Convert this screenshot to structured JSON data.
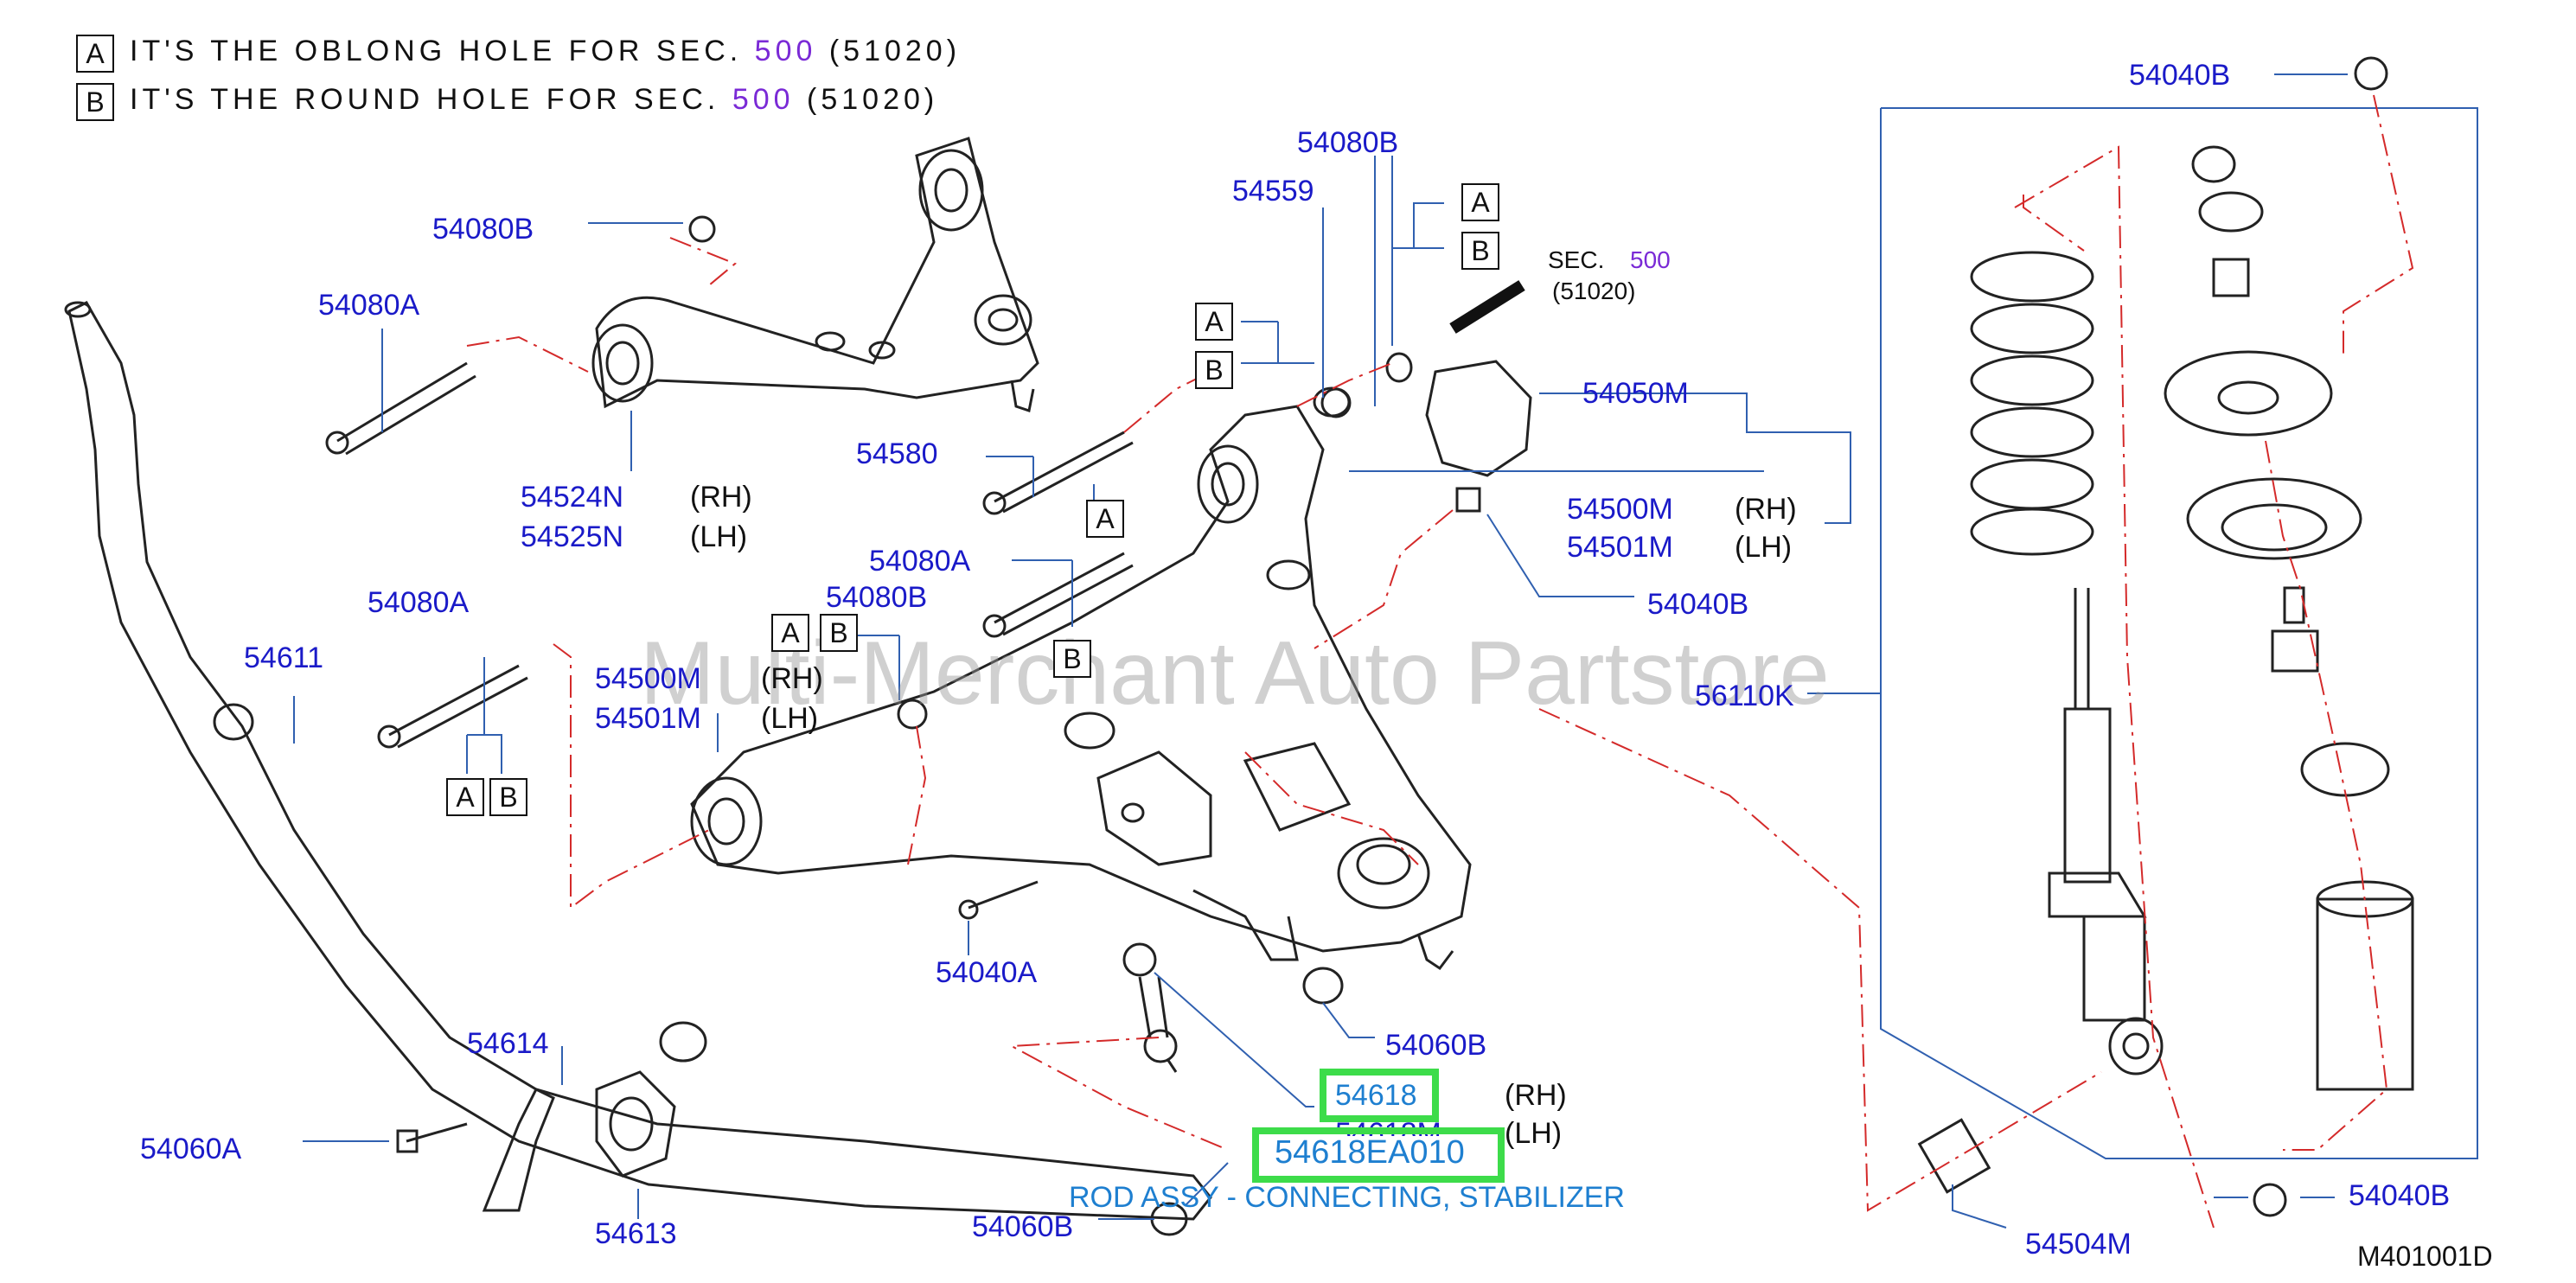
{
  "legend": [
    {
      "key": "A",
      "text": "IT'S  THE  OBLONG  HOLE  FOR  SEC.",
      "sec": "500",
      "ref": "(51020)"
    },
    {
      "key": "B",
      "text": "IT'S  THE  ROUND  HOLE  FOR  SEC.",
      "sec": "500",
      "ref": "(51020)"
    }
  ],
  "watermark": "Multi-Merchant Auto Partstore",
  "sec_callout": {
    "label": "SEC.",
    "sec": "500",
    "ref": "(51020)"
  },
  "labels": {
    "p54040B_top": "54040B",
    "p54080B_top": "54080B",
    "p54080B_left": "54080B",
    "p54559": "54559",
    "p54080A_top": "54080A",
    "p54050M": "54050M",
    "p54580": "54580",
    "p54524N": "54524N",
    "p54525N": "54525N",
    "rh1": "(RH)",
    "lh1": "(LH)",
    "p54500M_r": "54500M",
    "p54501M_r": "54501M",
    "rh2": "(RH)",
    "lh2": "(LH)",
    "p54040B_mid": "54040B",
    "p54080A_mid": "54080A",
    "p54080B_mid": "54080B",
    "p54080A_left": "54080A",
    "p54611": "54611",
    "p54500M_l": "54500M",
    "p54501M_l": "54501M",
    "rh3": "(RH)",
    "lh3": "(LH)",
    "p56110K": "56110K",
    "p54040A": "54040A",
    "p54060B_mid": "54060B",
    "p54614": "54614",
    "p54618": "54618",
    "rh4": "(RH)",
    "p54618M": "54618M",
    "lh4": "(LH)",
    "p54618EA010": "54618EA010",
    "rod_desc": "ROD ASSY - CONNECTING, STABILIZER",
    "p54060A": "54060A",
    "p54613": "54613",
    "p54060B_bot": "54060B",
    "p54504M": "54504M",
    "p54040B_bot": "54040B",
    "diagram_id": "M401001D"
  },
  "keys": {
    "a": "A",
    "b": "B"
  },
  "colors": {
    "part_number": "#1a1ac8",
    "section": "#7a2ad6",
    "highlight": "#3ddc4a",
    "selected_text": "#1e7fd0",
    "leader_dash": "#d42a2a"
  }
}
